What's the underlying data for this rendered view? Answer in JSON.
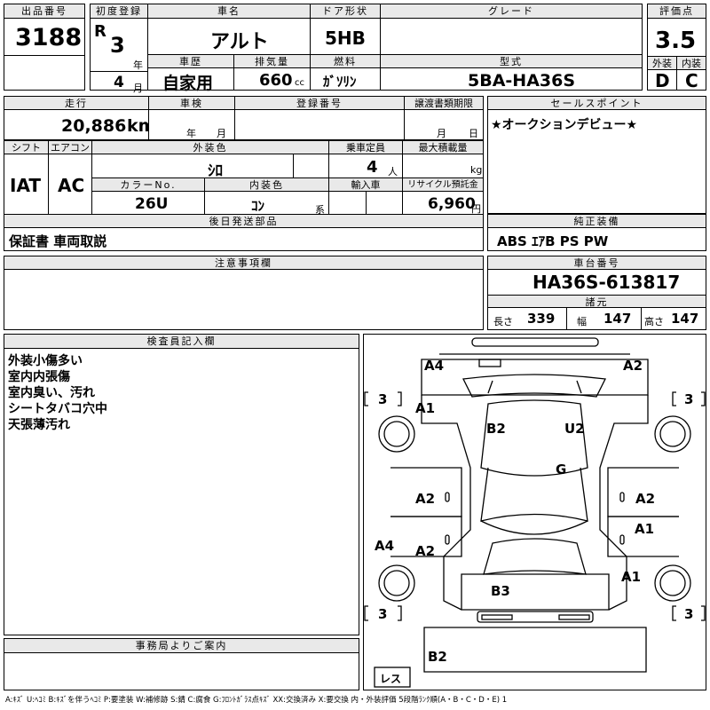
{
  "header": {
    "lot_no_label": "出品番号",
    "lot_no": "3188",
    "first_reg_label": "初度登録",
    "era": "R",
    "reg_year": "3",
    "year_unit": "年",
    "reg_month": "4",
    "month_unit": "月",
    "car_name_label": "車名",
    "car_name": "アルト",
    "door_label": "ドア形状",
    "door": "5HB",
    "grade_label": "グレード",
    "grade": "",
    "score_label": "評価点",
    "score": "3.5",
    "history_label": "車歴",
    "history": "自家用",
    "displacement_label": "排気量",
    "displacement": "660",
    "displacement_unit": "cc",
    "fuel_label": "燃料",
    "fuel": "ｶﾞｿﾘﾝ",
    "model_label": "型式",
    "model": "5BA-HA36S",
    "exterior_label": "外装",
    "exterior": "D",
    "interior_label": "内装",
    "interior": "C"
  },
  "row2": {
    "mileage_label": "走行",
    "mileage": "20,886",
    "mileage_unit": "km",
    "inspection_label": "車検",
    "inspection_year_unit": "年",
    "inspection_month_unit": "月",
    "plate_label": "登録番号",
    "plate": "",
    "transfer_label": "譲渡書類期限",
    "transfer_month_unit": "月",
    "transfer_day_unit": "日",
    "sales_point_label": "セールスポイント",
    "sales_point": "★オークションデビュー★"
  },
  "row3": {
    "shift_label": "シフト",
    "shift": "IAT",
    "ac_label": "エアコン",
    "ac": "AC",
    "color_label": "外装色",
    "color": "ｼﾛ",
    "seats_label": "乗車定員",
    "seats": "4",
    "seats_unit": "人",
    "load_label": "最大積載量",
    "load": "",
    "load_unit": "kg",
    "color_no_label": "カラーNo.",
    "color_no": "26U",
    "int_color_label": "内装色",
    "int_color": "ｺﾝ",
    "int_color_unit": "系",
    "import_label": "輸入車",
    "import": "",
    "recycle_label": "リサイクル預託金",
    "recycle": "6,960",
    "recycle_unit": "円"
  },
  "row4": {
    "parts_label": "後日発送部品",
    "parts": "保証書 車両取説",
    "equip_label": "純正装備",
    "equip": "ABS ｴｱB PS PW"
  },
  "row5": {
    "notes_label": "注意事項欄",
    "notes": "",
    "chassis_label": "車台番号",
    "chassis": "HA36S-613817",
    "specs_label": "諸元",
    "length_label": "長さ",
    "length": "339",
    "width_label": "幅",
    "width": "147",
    "height_label": "高さ",
    "height": "147"
  },
  "inspector": {
    "label": "検査員記入欄",
    "lines": [
      "外装小傷多い",
      "室内内張傷",
      "室内臭い、汚れ",
      "シートタバコ穴中",
      "天張薄汚れ"
    ]
  },
  "office": {
    "label": "事務局よりご案内",
    "text": ""
  },
  "diagram_marks": {
    "front_left": "A4",
    "front_right": "A2",
    "left_front_door": "A1",
    "seat_b2": "B2",
    "seat_u2": "U2",
    "floor_g": "G",
    "left_mid_a": "A2",
    "right_mid_a": "A2",
    "right_mid_b": "A1",
    "left_rear_a4": "A4",
    "left_rear_a2": "A2",
    "right_rear_a1": "A1",
    "rear_b3": "B3",
    "rear_b2": "B2",
    "tire_tl": "3",
    "tire_tr": "3",
    "tire_bl": "3",
    "tire_br": "3",
    "spare": "レス"
  },
  "legend": "A:ｷｽﾞ U:ﾍｺﾐ B:ｷｽﾞを伴うﾍｺﾐ P:要塗装 W:補修跡 S:錆 C:腐食 G:ﾌﾛﾝﾄｶﾞﾗｽ点ｷｽﾞ XX:交換済み X:要交換 内・外装評価 5段階ﾗﾝｸ順(A・B・C・D・E) 1"
}
